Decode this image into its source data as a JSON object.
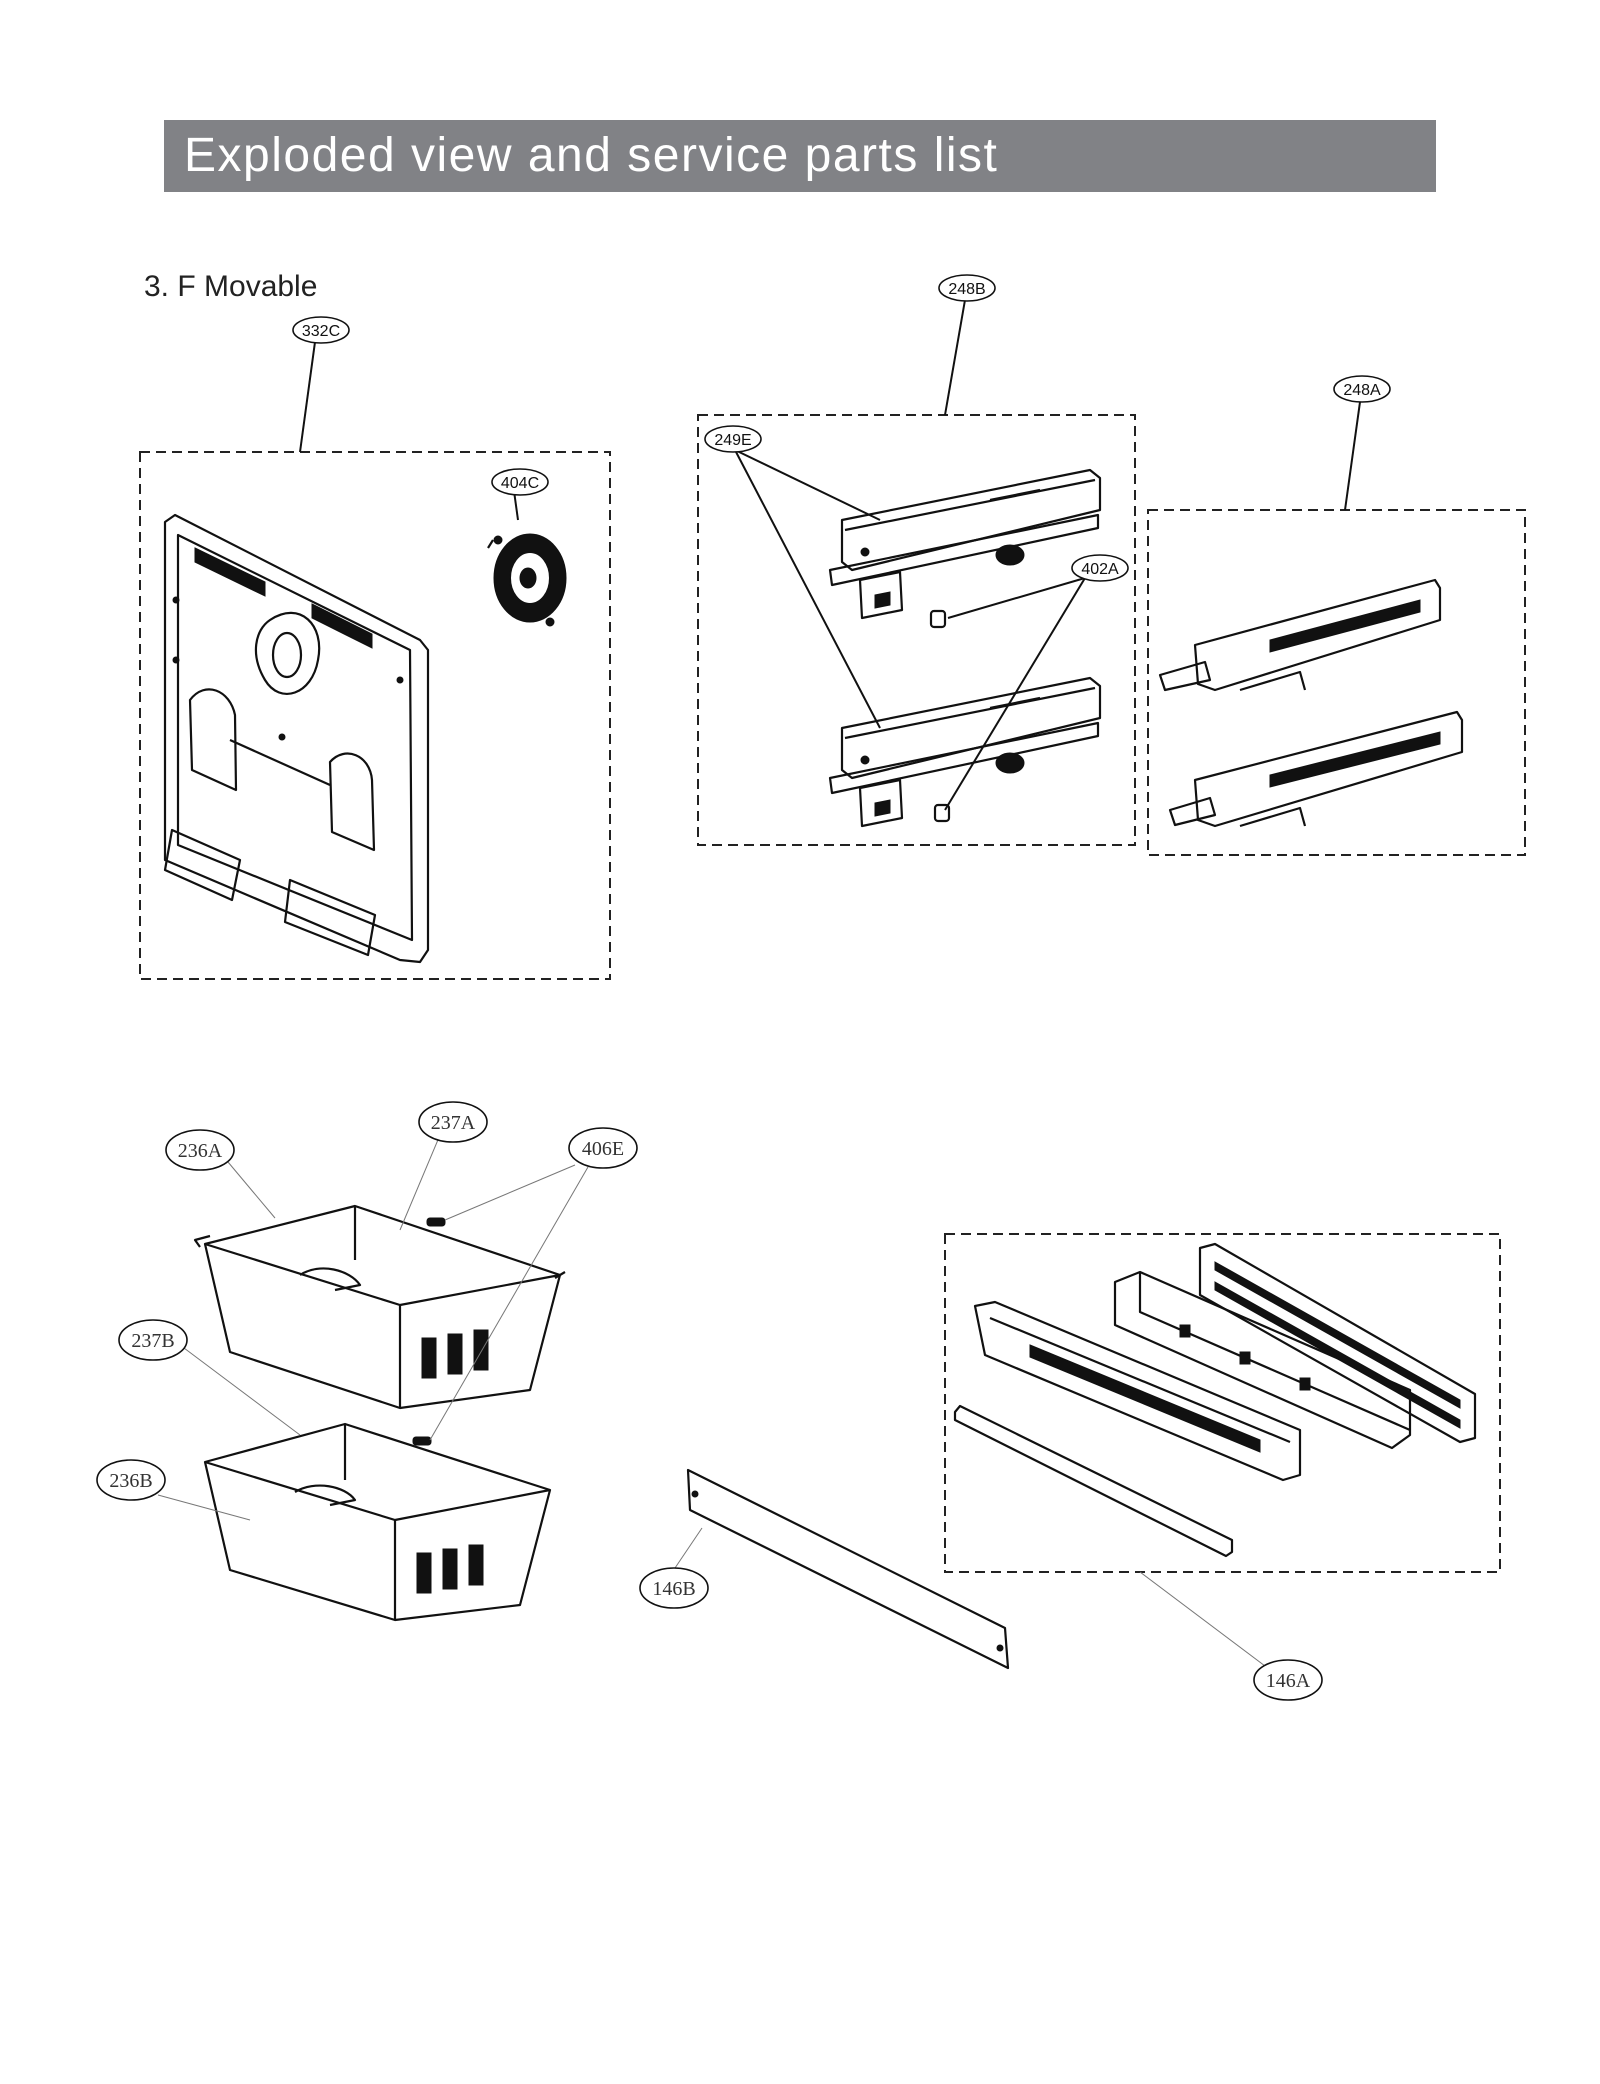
{
  "header": {
    "title": "Exploded view and service parts list"
  },
  "section": {
    "title": "3. F Movable"
  },
  "parts": [
    {
      "id": "332C"
    },
    {
      "id": "404C"
    },
    {
      "id": "248B"
    },
    {
      "id": "249E"
    },
    {
      "id": "402A"
    },
    {
      "id": "248A"
    },
    {
      "id": "236A"
    },
    {
      "id": "237A"
    },
    {
      "id": "406E"
    },
    {
      "id": "237B"
    },
    {
      "id": "236B"
    },
    {
      "id": "146B"
    },
    {
      "id": "146A"
    }
  ],
  "colors": {
    "banner": "#818286",
    "banner_text": "#ffffff",
    "line": "#111111"
  }
}
